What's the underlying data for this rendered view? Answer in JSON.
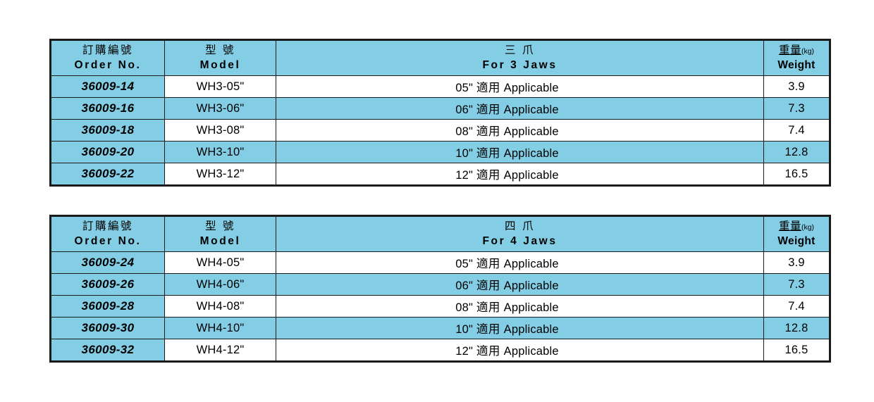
{
  "colors": {
    "accent_blue": "#84CEE5",
    "border": "#1A1A1A",
    "background": "#FFFFFF",
    "text": "#000000"
  },
  "tables": [
    {
      "id": "three-jaws",
      "headers": {
        "order_no_cn": "訂購編號",
        "order_no_en": "Order No.",
        "model_cn": "型 號",
        "model_en": "Model",
        "jaws_cn": "三 爪",
        "jaws_en": "For 3 Jaws",
        "weight_cn": "重量",
        "weight_unit": "(kg)",
        "weight_en": "Weight"
      },
      "rows": [
        {
          "order_no": "36009-14",
          "model": "WH3-05\"",
          "jaws_size": "05\"",
          "jaws_cn": "適用",
          "jaws_en": "Applicable",
          "weight": "3.9"
        },
        {
          "order_no": "36009-16",
          "model": "WH3-06\"",
          "jaws_size": "06\"",
          "jaws_cn": "適用",
          "jaws_en": "Applicable",
          "weight": "7.3"
        },
        {
          "order_no": "36009-18",
          "model": "WH3-08\"",
          "jaws_size": "08\"",
          "jaws_cn": "適用",
          "jaws_en": "Applicable",
          "weight": "7.4"
        },
        {
          "order_no": "36009-20",
          "model": "WH3-10\"",
          "jaws_size": "10\"",
          "jaws_cn": "適用",
          "jaws_en": "Applicable",
          "weight": "12.8"
        },
        {
          "order_no": "36009-22",
          "model": "WH3-12\"",
          "jaws_size": "12\"",
          "jaws_cn": "適用",
          "jaws_en": "Applicable",
          "weight": "16.5"
        }
      ]
    },
    {
      "id": "four-jaws",
      "headers": {
        "order_no_cn": "訂購編號",
        "order_no_en": "Order No.",
        "model_cn": "型 號",
        "model_en": "Model",
        "jaws_cn": "四 爪",
        "jaws_en": "For 4 Jaws",
        "weight_cn": "重量",
        "weight_unit": "(kg)",
        "weight_en": "Weight"
      },
      "rows": [
        {
          "order_no": "36009-24",
          "model": "WH4-05\"",
          "jaws_size": "05\"",
          "jaws_cn": "適用",
          "jaws_en": "Applicable",
          "weight": "3.9"
        },
        {
          "order_no": "36009-26",
          "model": "WH4-06\"",
          "jaws_size": "06\"",
          "jaws_cn": "適用",
          "jaws_en": "Applicable",
          "weight": "7.3"
        },
        {
          "order_no": "36009-28",
          "model": "WH4-08\"",
          "jaws_size": "08\"",
          "jaws_cn": "適用",
          "jaws_en": "Applicable",
          "weight": "7.4"
        },
        {
          "order_no": "36009-30",
          "model": "WH4-10\"",
          "jaws_size": "10\"",
          "jaws_cn": "適用",
          "jaws_en": "Applicable",
          "weight": "12.8"
        },
        {
          "order_no": "36009-32",
          "model": "WH4-12\"",
          "jaws_size": "12\"",
          "jaws_cn": "適用",
          "jaws_en": "Applicable",
          "weight": "16.5"
        }
      ]
    }
  ]
}
